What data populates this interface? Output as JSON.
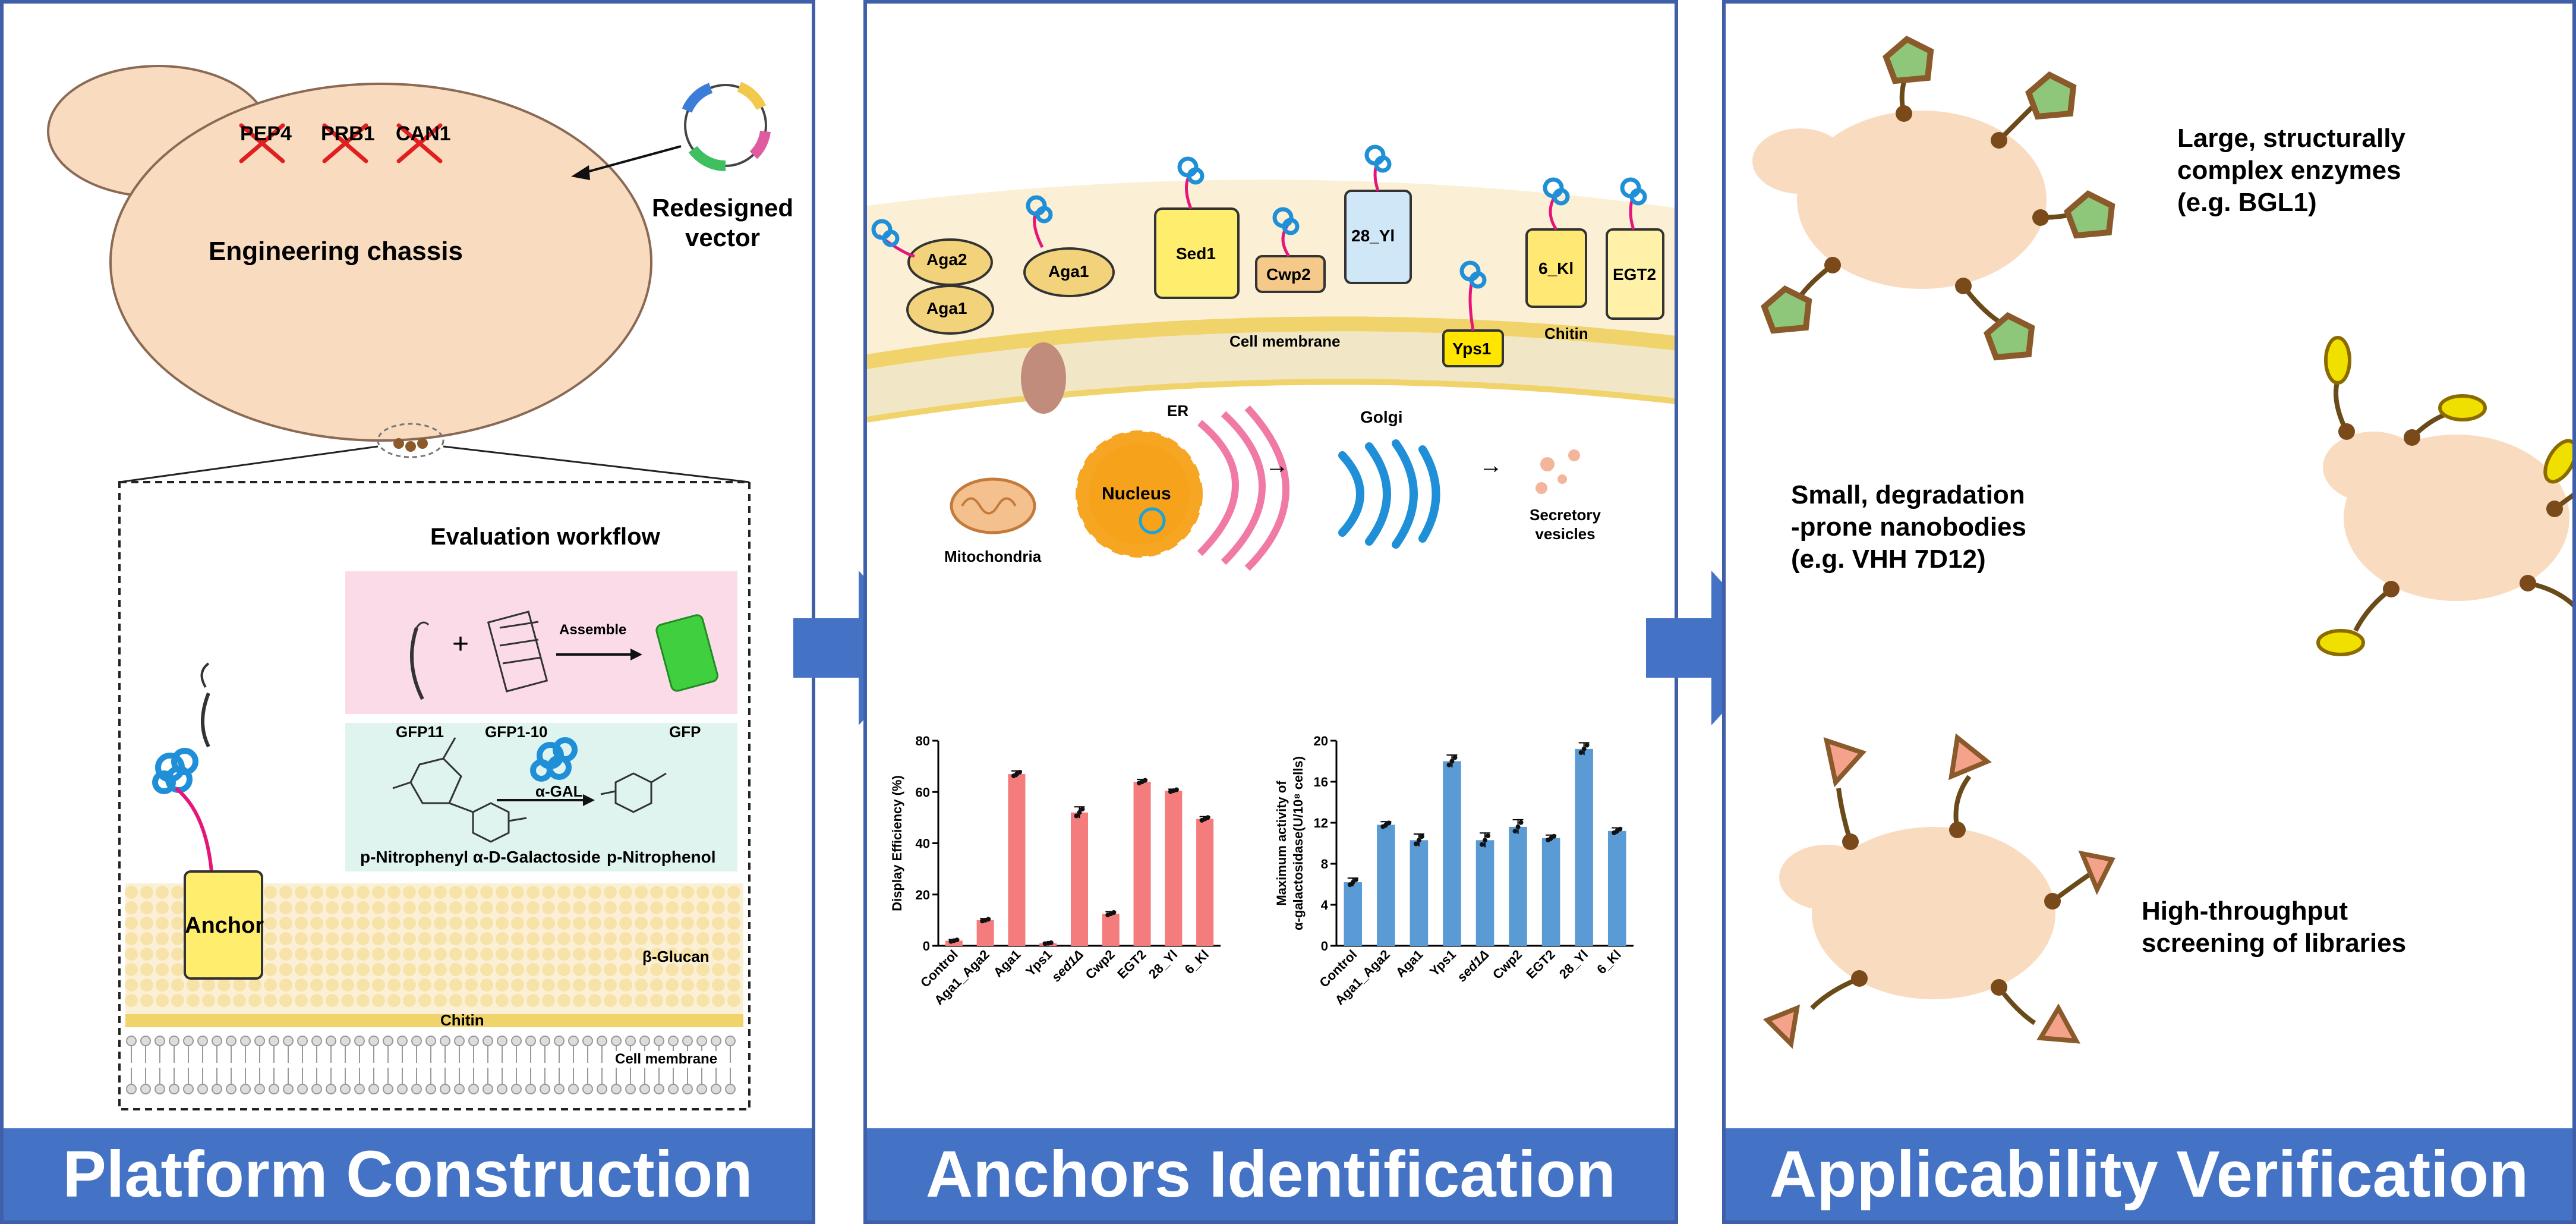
{
  "colors": {
    "frame": "#3f5fa8",
    "footer": "#4472c4",
    "cell_fill": "#f9dcc0",
    "bar_red": "#f47c7c",
    "bar_blue": "#5b9bd5",
    "anchor_yellow": "#ffee6e"
  },
  "panel1": {
    "title": "Platform Construction",
    "knockouts": [
      "PEP4",
      "PRB1",
      "CAN1"
    ],
    "cell_label": "Engineering chassis",
    "vector_label_1": "Redesigned",
    "vector_label_2": "vector",
    "workflow_title": "Evaluation workflow",
    "gfp11": "GFP11",
    "gfp1_10": "GFP1-10",
    "assemble": "Assemble",
    "gfp": "GFP",
    "plus": "+",
    "enzyme": "α-GAL",
    "substrate": "p-Nitrophenyl α-D-Galactoside",
    "product": "p-Nitrophenol",
    "anchor": "Anchor",
    "glucan": "β-Glucan",
    "chitin": "Chitin",
    "membrane": "Cell membrane"
  },
  "panel2": {
    "title": "Anchors Identification",
    "anchors": [
      "Aga2",
      "Aga1",
      "Aga1",
      "Sed1",
      "Cwp2",
      "28_Yl",
      "Yps1",
      "6_Kl",
      "EGT2"
    ],
    "cell_membrane": "Cell membrane",
    "chitin": "Chitin",
    "er": "ER",
    "nucleus": "Nucleus",
    "golgi": "Golgi",
    "mitochondria": "Mitochondria",
    "vesicles_1": "Secretory",
    "vesicles_2": "vesicles",
    "flow_arrow": "→"
  },
  "panel3": {
    "title": "Applicability Verification",
    "app1": [
      "Large, structurally",
      "complex enzymes",
      "(e.g. BGL1)"
    ],
    "app2": [
      "Small, degradation",
      "-prone nanobodies",
      "(e.g. VHH 7D12)"
    ],
    "app3": [
      "High-throughput",
      "screening of  libraries"
    ]
  },
  "chart_data": [
    {
      "type": "bar",
      "categories": [
        "Control",
        "Aga1_Aga2",
        "Aga1",
        "Yps1",
        "sed1Δ",
        "Cwp2",
        "EGT2",
        "28_Yl",
        "6_Kl"
      ],
      "values": [
        2,
        10,
        67,
        1,
        52,
        12.5,
        64,
        60.5,
        49.5
      ],
      "errors": [
        0.5,
        0.6,
        1.2,
        0.3,
        2.2,
        0.8,
        0.9,
        0.6,
        0.9
      ],
      "ylabel": "Display Efficiency (%)",
      "ylim": [
        0,
        80
      ],
      "yticks": [
        0,
        20,
        40,
        60,
        80
      ],
      "color": "#f47c7c"
    },
    {
      "type": "bar",
      "categories": [
        "Control",
        "Aga1_Aga2",
        "Aga1",
        "Yps1",
        "sed1Δ",
        "Cwp2",
        "EGT2",
        "28_Yl",
        "6_Kl"
      ],
      "values": [
        6.2,
        11.8,
        10.3,
        18,
        10.3,
        11.6,
        10.5,
        19.2,
        11.2
      ],
      "errors": [
        0.4,
        0.3,
        0.6,
        0.6,
        0.7,
        0.7,
        0.3,
        0.6,
        0.3
      ],
      "ylabel_1": "Maximum activity of",
      "ylabel_2": "α-galactosidase(U/10⁸ cells)",
      "ylim": [
        0,
        20
      ],
      "yticks": [
        0,
        4,
        8,
        12,
        16,
        20
      ],
      "color": "#5b9bd5"
    }
  ]
}
